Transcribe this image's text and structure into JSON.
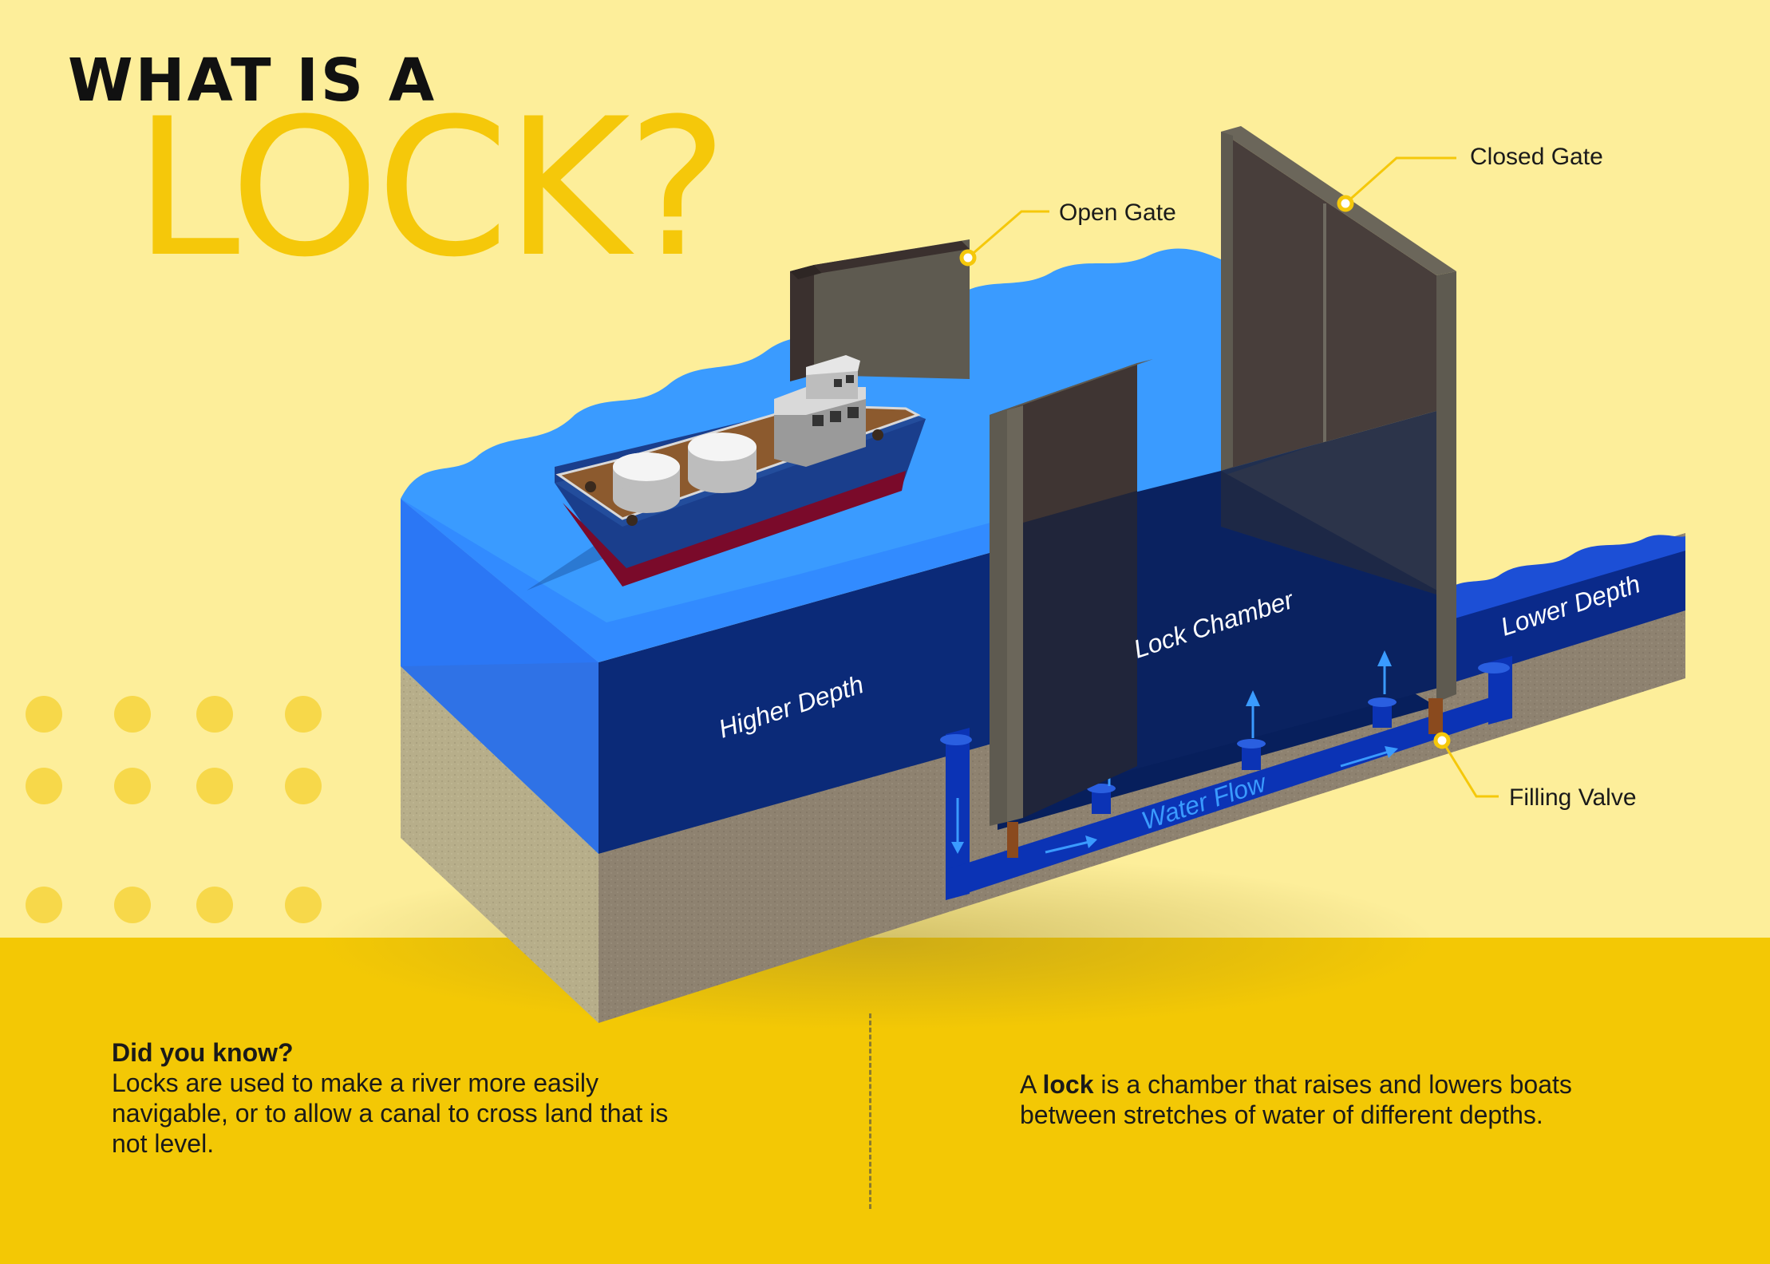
{
  "title": {
    "line1": "WHAT IS A",
    "line2": "LOCK?"
  },
  "labels": {
    "open_gate": "Open Gate",
    "closed_gate": "Closed Gate",
    "filling_valve": "Filling Valve",
    "higher_depth": "Higher Depth",
    "lock_chamber": "Lock Chamber",
    "lower_depth": "Lower Depth",
    "water_flow": "Water Flow"
  },
  "fact": {
    "heading": "Did you know?",
    "body": "Locks are used to make a river more easily navigable, or to allow a canal to cross land that is not level."
  },
  "definition": {
    "prefix": "A ",
    "term": "lock",
    "body": " is a chamber that raises and lowers boats between stretches of water of different depths."
  },
  "colors": {
    "background": "#fdee9a",
    "band": "#f3c805",
    "accent_yellow": "#f5c80a",
    "water_surface": "#3a9bff",
    "water_deep": "#0a2a78",
    "gate": "#4a3d3a",
    "earth": "#8e8270"
  }
}
